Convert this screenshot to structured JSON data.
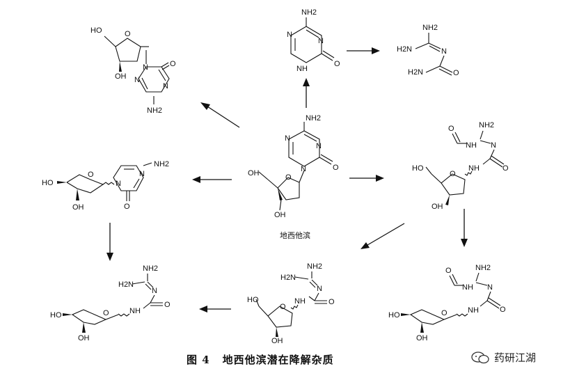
{
  "center_label": "地西他滨",
  "caption": {
    "figure": "图 4",
    "title": "地西他滨潜在降解杂质"
  },
  "watermark": {
    "text": "药研江湖"
  },
  "atoms": {
    "NH2": "NH2",
    "N": "N",
    "NH": "NH",
    "O": "O",
    "OH": "OH",
    "HO": "HO",
    "H2N": "H2N"
  }
}
